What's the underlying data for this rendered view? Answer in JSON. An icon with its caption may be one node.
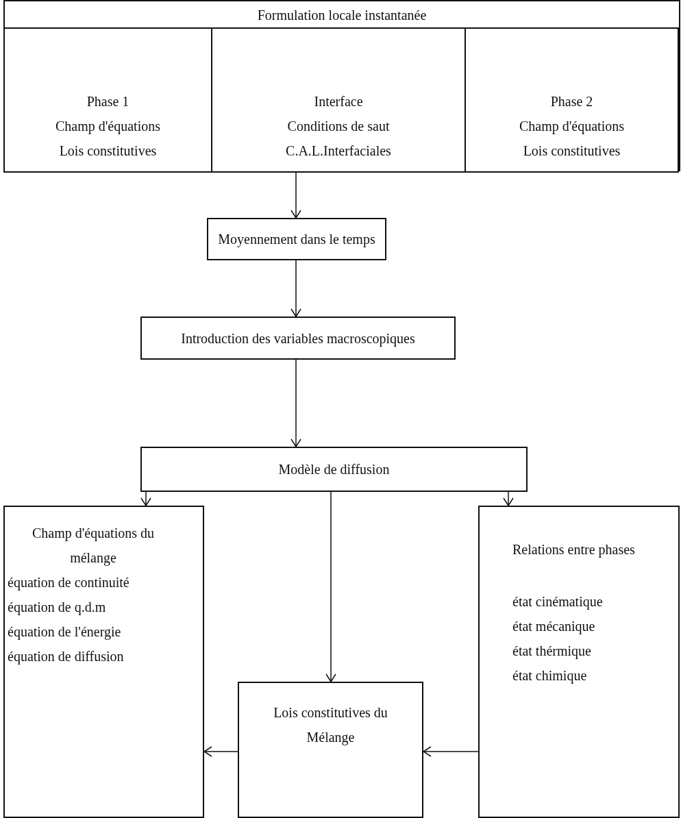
{
  "diagram": {
    "nodes": [
      {
        "text": [
          "Formulation locale instantanée"
        ]
      },
      {
        "text": [
          "Phase 1",
          "Champ d'équations",
          "Lois constitutives"
        ],
        "in": 0
      },
      {
        "text": [
          "Interface",
          "Conditions de saut",
          "C.A.L.Interfaciales"
        ],
        "in": 0
      },
      {
        "text": [
          "Phase 2",
          "Champ d'équations",
          "Lois constitutives"
        ],
        "in": 0
      },
      {
        "text": [
          "Moyennement dans le temps"
        ]
      },
      {
        "text": [
          "Introduction des variables macroscopiques"
        ]
      },
      {
        "text": [
          "Modèle de diffusion"
        ]
      },
      {
        "text": [
          "Champ d'équations du mélange",
          "équation de continuité",
          "équation de q.d.m",
          "équation de l'énergie",
          "équation de diffusion"
        ]
      },
      {
        "text": [
          "Relations entre phases",
          "état cinématique",
          "état mécanique",
          "état thérmique",
          "état chimique"
        ]
      },
      {
        "text": [
          "Lois constitutives du Mélange"
        ]
      }
    ],
    "edges": [
      {
        "from": 0,
        "to": 4,
        "arrow": "to"
      },
      {
        "from": 4,
        "to": 5,
        "arrow": "to"
      },
      {
        "from": 5,
        "to": 6,
        "arrow": "to"
      },
      {
        "from": 6,
        "to": 7,
        "arrow": "to"
      },
      {
        "from": 6,
        "to": 9,
        "arrow": "to"
      },
      {
        "from": 6,
        "to": 8,
        "arrow": "to"
      },
      {
        "from": 9,
        "to": 7,
        "arrow": "to"
      },
      {
        "from": 8,
        "to": 9,
        "arrow": "to"
      }
    ]
  }
}
